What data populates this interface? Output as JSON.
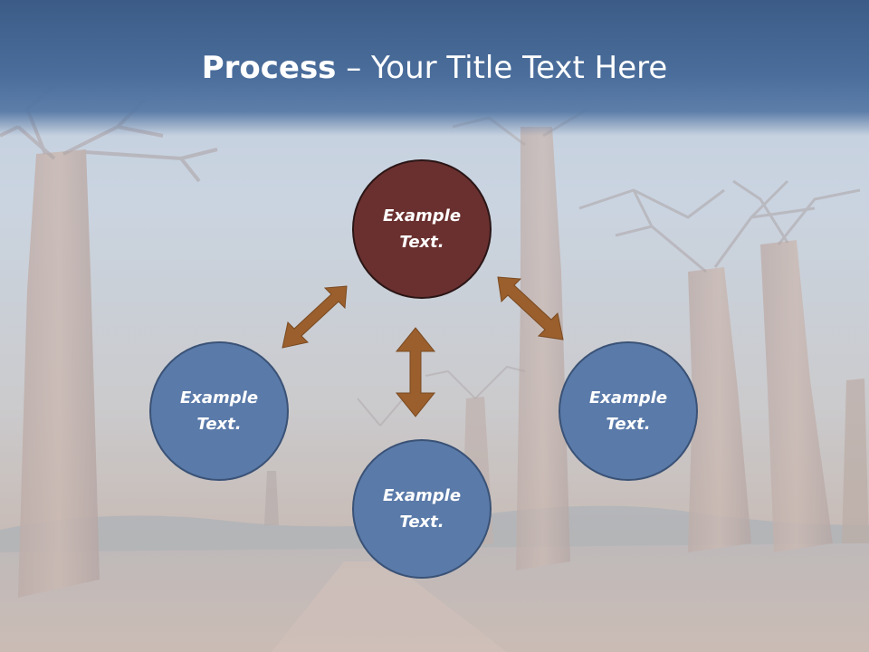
{
  "slide": {
    "title_bold": "Process",
    "title_rest": " – Your Title Text Here"
  },
  "nodes": [
    {
      "id": "top",
      "text": "Example Text.",
      "color": "#6a302f"
    },
    {
      "id": "left",
      "text": "Example Text.",
      "color": "#5a7aa9"
    },
    {
      "id": "right",
      "text": "Example Text.",
      "color": "#5a7aa9"
    },
    {
      "id": "bottom",
      "text": "Example Text.",
      "color": "#5a7aa9"
    }
  ],
  "colors": {
    "header": "#4a6d9b",
    "arrow": "#9a5f2c"
  }
}
